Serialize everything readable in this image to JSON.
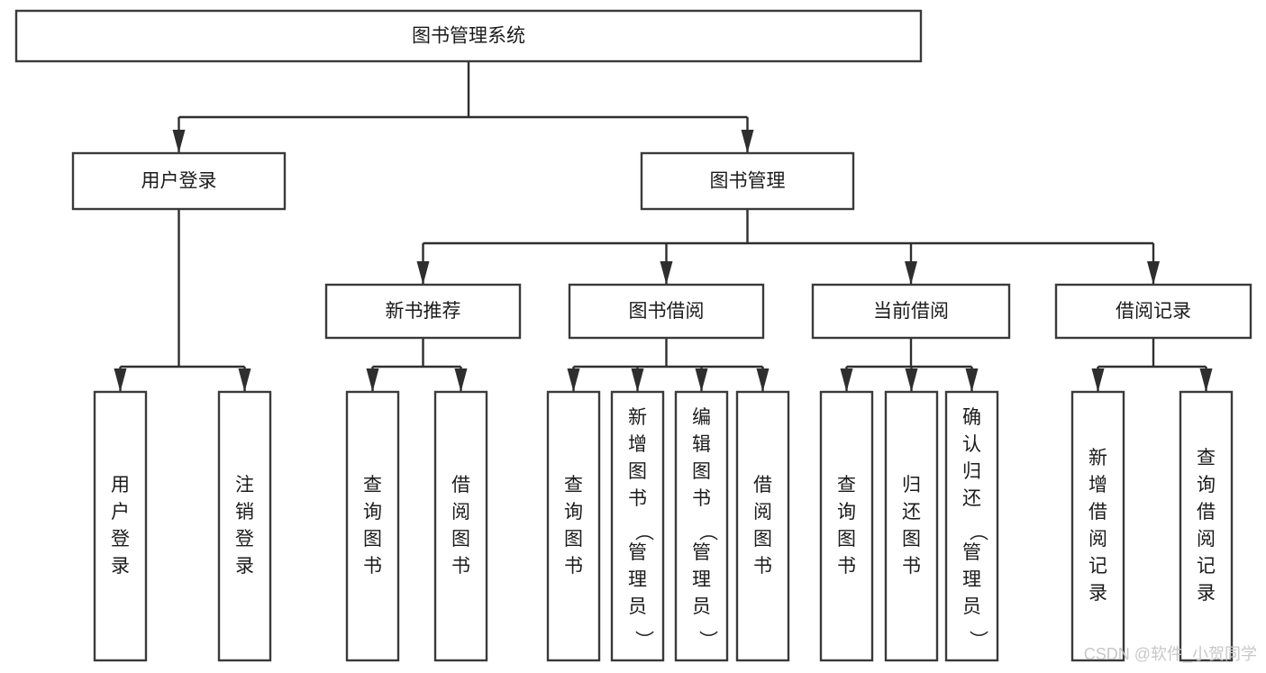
{
  "diagram": {
    "title": "图书管理系统",
    "type": "tree-hierarchy",
    "orientation": "top-down",
    "colors": {
      "box_fill": "#ffffff",
      "box_stroke": "#3a3a3a",
      "edge": "#2e2e2e",
      "text": "#1b1b1b",
      "watermark": "#c8c8c8",
      "background": "#ffffff"
    },
    "root": {
      "label": "图书管理系统",
      "orientation": "horizontal"
    },
    "level2": [
      {
        "label": "用户登录",
        "orientation": "horizontal"
      },
      {
        "label": "图书管理",
        "orientation": "horizontal"
      }
    ],
    "level3": [
      {
        "label": "新书推荐",
        "orientation": "horizontal",
        "parent": "图书管理"
      },
      {
        "label": "图书借阅",
        "orientation": "horizontal",
        "parent": "图书管理"
      },
      {
        "label": "当前借阅",
        "orientation": "horizontal",
        "parent": "图书管理"
      },
      {
        "label": "借阅记录",
        "orientation": "horizontal",
        "parent": "图书管理"
      }
    ],
    "leaves": {
      "用户登录": [
        {
          "label": "用户登录",
          "orientation": "vertical"
        },
        {
          "label": "注销登录",
          "orientation": "vertical"
        }
      ],
      "新书推荐": [
        {
          "label": "查询图书",
          "orientation": "vertical"
        },
        {
          "label": "借阅图书",
          "orientation": "vertical"
        }
      ],
      "图书借阅": [
        {
          "label": "查询图书",
          "orientation": "vertical"
        },
        {
          "label": "新增图书（管理员）",
          "orientation": "vertical"
        },
        {
          "label": "编辑图书（管理员）",
          "orientation": "vertical"
        },
        {
          "label": "借阅图书",
          "orientation": "vertical"
        }
      ],
      "当前借阅": [
        {
          "label": "查询图书",
          "orientation": "vertical"
        },
        {
          "label": "归还图书",
          "orientation": "vertical"
        },
        {
          "label": "确认归还（管理员）",
          "orientation": "vertical"
        }
      ],
      "借阅记录": [
        {
          "label": "新增借阅记录",
          "orientation": "vertical"
        },
        {
          "label": "查询借阅记录",
          "orientation": "vertical"
        }
      ]
    }
  },
  "watermark": {
    "text": "CSDN @软件_小贺同学"
  }
}
